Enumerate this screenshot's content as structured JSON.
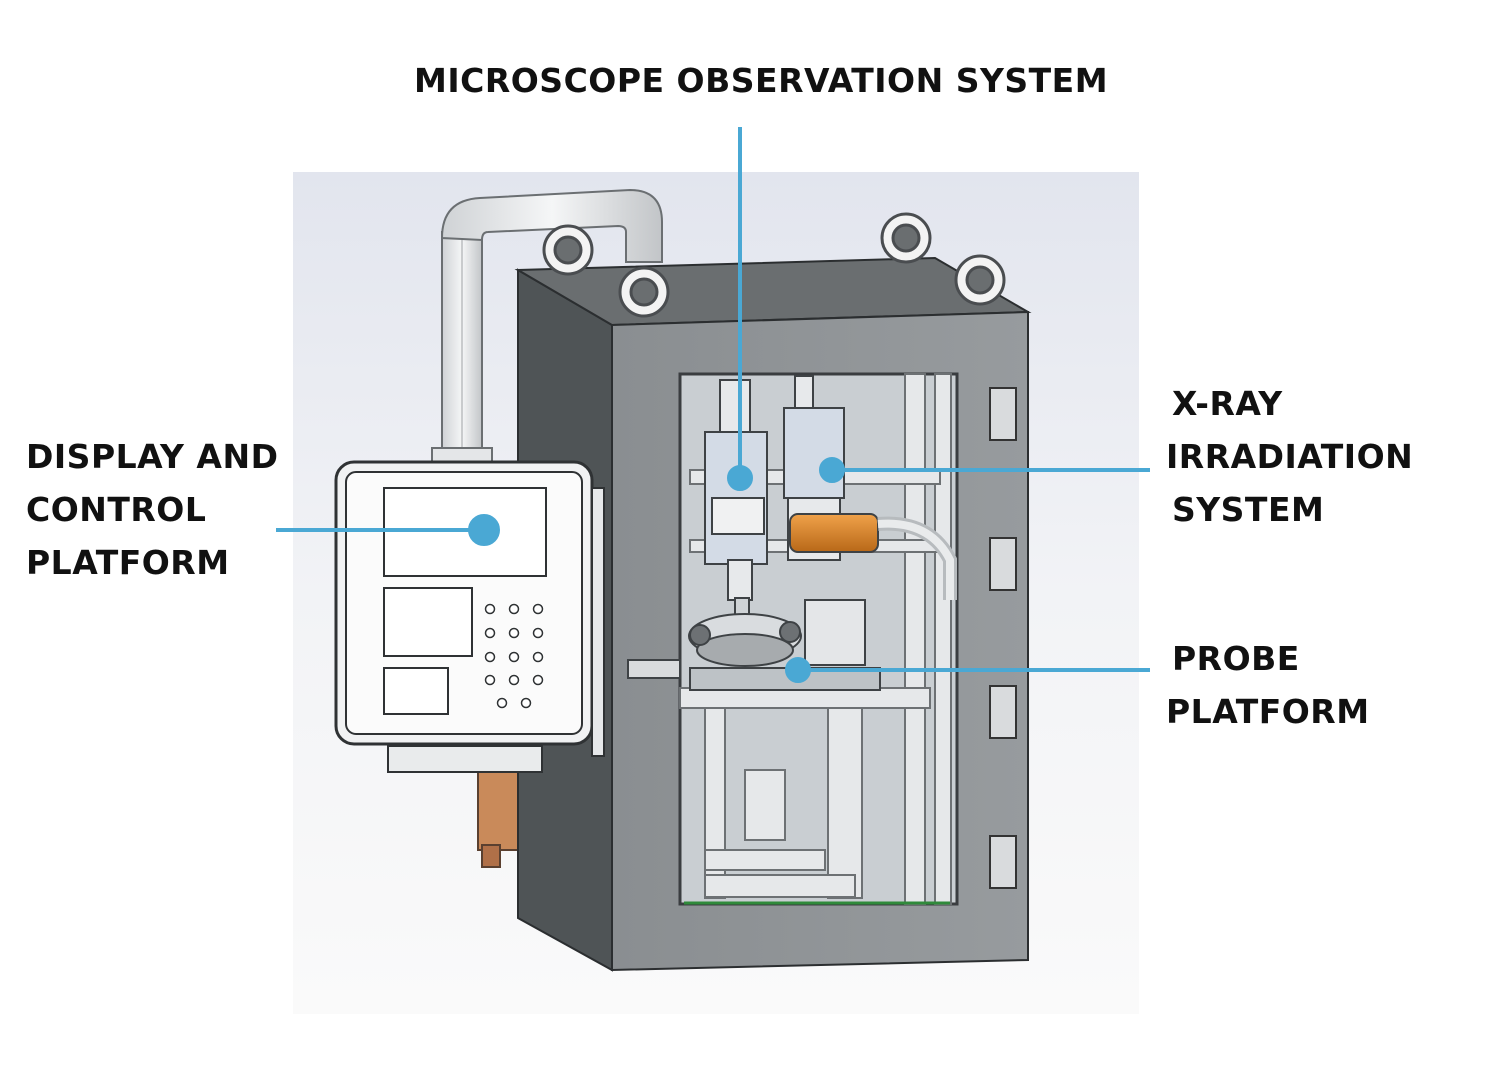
{
  "labels": {
    "microscope": {
      "lines": [
        "MICROSCOPE OBSERVATION SYSTEM"
      ]
    },
    "display": {
      "lines": [
        "DISPLAY AND",
        "CONTROL",
        "PLATFORM"
      ]
    },
    "xray": {
      "lines": [
        "X-RAY",
        "IRRADIATION",
        "SYSTEM"
      ]
    },
    "probe": {
      "lines": [
        "PROBE",
        "PLATFORM"
      ]
    }
  },
  "colors": {
    "leader": "#4aa8d4",
    "cabinet_front": "#8f9396",
    "cabinet_side": "#4f5456",
    "cabinet_top": "#6a6e70",
    "interior": "#c9ced2",
    "heater_orange": "#d8862c",
    "panel_frame": "#f1f2f3",
    "copper_block": "#c98a5a"
  }
}
